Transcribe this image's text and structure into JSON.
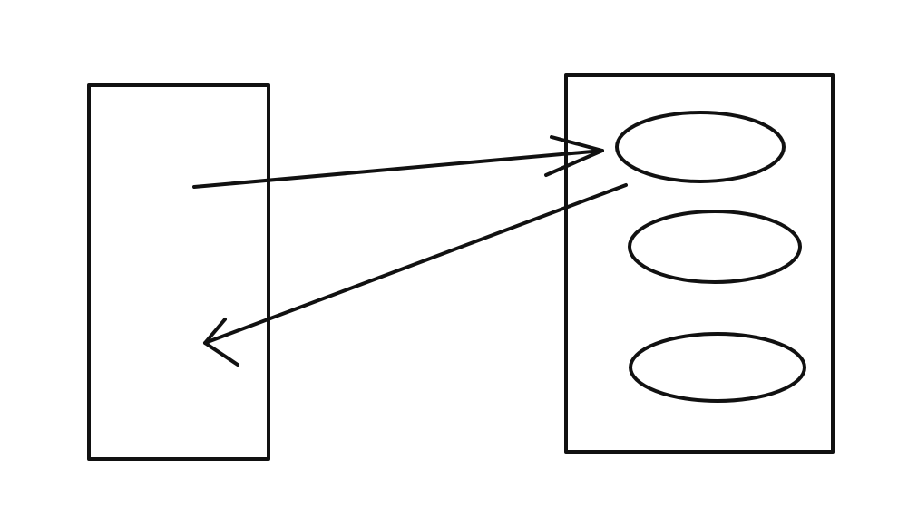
{
  "diagram": {
    "background_color": "#ffffff",
    "stroke_color": "#111111",
    "nodes": [
      {
        "id": "left-box",
        "shape": "rectangle",
        "label": ""
      },
      {
        "id": "right-box",
        "shape": "rectangle",
        "label": ""
      },
      {
        "id": "ellipse-top",
        "shape": "ellipse",
        "label": ""
      },
      {
        "id": "ellipse-middle",
        "shape": "ellipse",
        "label": ""
      },
      {
        "id": "ellipse-bottom",
        "shape": "ellipse",
        "label": ""
      }
    ],
    "edges": [
      {
        "id": "arrow-left-to-ellipse-top",
        "from": "left-box",
        "to": "ellipse-top"
      },
      {
        "id": "arrow-ellipse-top-to-left",
        "from": "ellipse-top",
        "to": "left-box"
      }
    ]
  }
}
